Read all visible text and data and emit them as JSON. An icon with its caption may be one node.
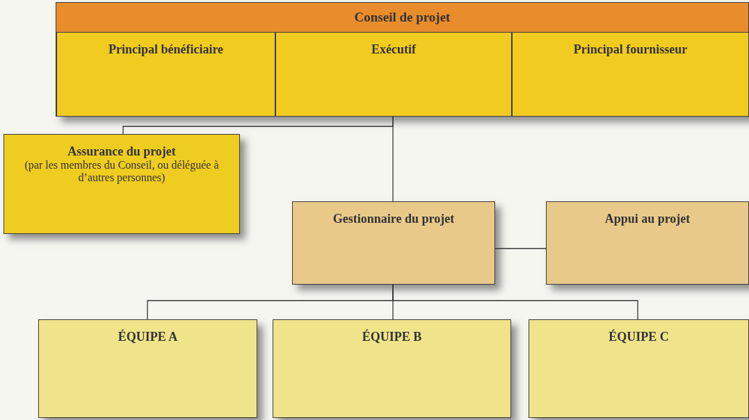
{
  "diagram": {
    "nodes": [
      {
        "text": [
          "Conseil de projet"
        ]
      },
      {
        "text": [
          "Principal bénéficiaire"
        ],
        "in": 0
      },
      {
        "text": [
          "Exécutif"
        ],
        "in": 0
      },
      {
        "text": [
          "Principal fournisseur"
        ],
        "in": 0
      },
      {
        "text": [
          "Assurance du projet",
          "(par les membres du Conseil, ou déléguée à d’autres personnes)"
        ]
      },
      {
        "text": [
          "Gestionnaire du projet"
        ]
      },
      {
        "text": [
          "Appui au projet"
        ]
      },
      {
        "text": [
          "ÉQUIPE A"
        ]
      },
      {
        "text": [
          "ÉQUIPE B"
        ]
      },
      {
        "text": [
          "ÉQUIPE C"
        ]
      }
    ],
    "edges": [
      {
        "from": 0,
        "to": 4,
        "arrow": "none"
      },
      {
        "from": 0,
        "to": 5,
        "arrow": "none"
      },
      {
        "from": 5,
        "to": 6,
        "arrow": "none"
      },
      {
        "from": 5,
        "to": 7,
        "arrow": "none"
      },
      {
        "from": 5,
        "to": 8,
        "arrow": "none"
      },
      {
        "from": 5,
        "to": 9,
        "arrow": "none"
      }
    ]
  }
}
